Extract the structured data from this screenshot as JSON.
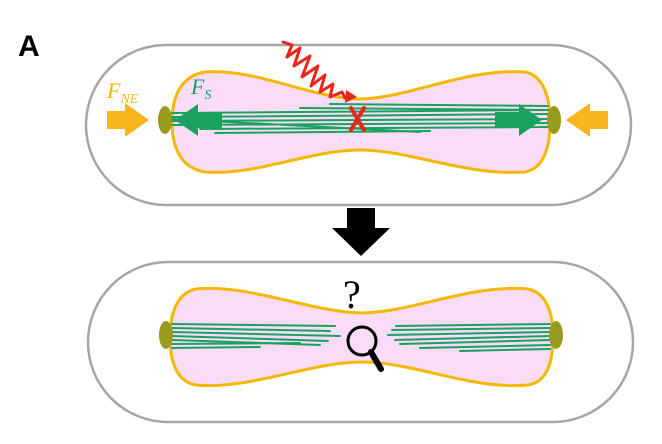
{
  "panel_label": "A",
  "labels": {
    "f_ne": {
      "main": "F",
      "sub": "NE"
    },
    "f_s": {
      "main": "F",
      "sub": "S"
    },
    "question": "?"
  },
  "colors": {
    "cell_outline": "#a6a6a6",
    "nucleus_outline": "#f5b800",
    "nucleus_fill": "#fbdcf6",
    "microtubule": "#19a15f",
    "spindle_pole_body": "#9a9a1e",
    "force_arrow_ne": "#f7b51c",
    "force_arrow_s": "#19a15f",
    "laser": "#e8261a",
    "cut_mark": "#e8261a",
    "process_arrow": "#000000"
  },
  "icons": {
    "laser": "laser-wave-icon",
    "cut": "x-cut-icon",
    "process": "down-arrow-icon",
    "observe": "magnifying-glass-icon"
  }
}
